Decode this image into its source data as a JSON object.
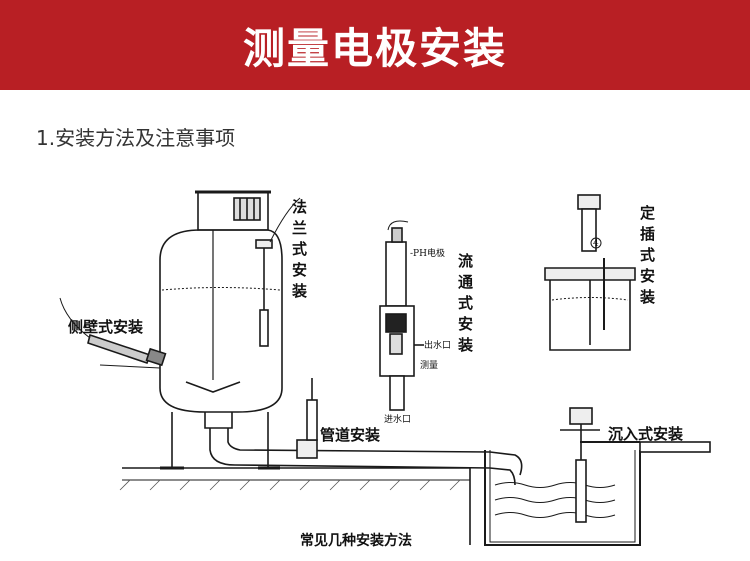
{
  "header": {
    "title": "测量电极安装"
  },
  "section": {
    "heading": "1.安装方法及注意事项"
  },
  "labels": {
    "flange": [
      "法",
      "兰",
      "式",
      "安",
      "装"
    ],
    "side_wall": "侧壁式安装",
    "pipe": "管道安装",
    "flow": [
      "流",
      "通",
      "式",
      "安",
      "装"
    ],
    "fixed": [
      "定",
      "插",
      "式",
      "安",
      "装"
    ],
    "submerged": "沉入式安装",
    "caption": "常见几种安装方法"
  },
  "flow_cell": {
    "ph_electrode": "-PH电极",
    "outlet": "出水口",
    "measure": "测量",
    "inlet": "进水口"
  },
  "fixed_marker": "4"
}
